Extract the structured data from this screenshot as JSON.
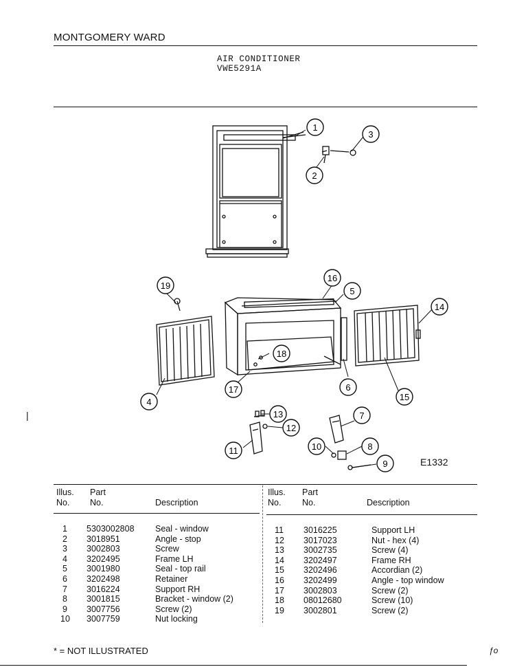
{
  "header": {
    "brand": "MONTGOMERY WARD",
    "product_title": "AIR CONDITIONER",
    "model_number": "VWE5291A"
  },
  "diagram": {
    "drawing_code": "E1332",
    "callouts": [
      "1",
      "2",
      "3",
      "4",
      "5",
      "6",
      "7",
      "8",
      "9",
      "10",
      "11",
      "12",
      "13",
      "14",
      "15",
      "16",
      "17",
      "18",
      "19"
    ]
  },
  "parts_table": {
    "headers": {
      "illus_line1": "Illus.",
      "illus_line2": "No.",
      "part_line1": "Part",
      "part_line2": "No.",
      "description": "Description"
    },
    "left_rows": [
      {
        "illus": "1",
        "part": "5303002808",
        "desc": "Seal - window"
      },
      {
        "illus": "2",
        "part": "3018951",
        "desc": "Angle - stop"
      },
      {
        "illus": "3",
        "part": "3002803",
        "desc": "Screw"
      },
      {
        "illus": "4",
        "part": "3202495",
        "desc": "Frame LH"
      },
      {
        "illus": "5",
        "part": "3001980",
        "desc": "Seal - top rail"
      },
      {
        "illus": "6",
        "part": "3202498",
        "desc": "Retainer"
      },
      {
        "illus": "7",
        "part": "3016224",
        "desc": "Support RH"
      },
      {
        "illus": "8",
        "part": "3001815",
        "desc": "Bracket - window (2)"
      },
      {
        "illus": "9",
        "part": "3007756",
        "desc": "Screw (2)"
      },
      {
        "illus": "10",
        "part": "3007759",
        "desc": "Nut locking"
      }
    ],
    "right_rows": [
      {
        "illus": "11",
        "part": "3016225",
        "desc": "Support LH"
      },
      {
        "illus": "12",
        "part": "3017023",
        "desc": "Nut - hex (4)"
      },
      {
        "illus": "13",
        "part": "3002735",
        "desc": "Screw (4)"
      },
      {
        "illus": "14",
        "part": "3202497",
        "desc": "Frame RH"
      },
      {
        "illus": "15",
        "part": "3202496",
        "desc": "Accordian (2)"
      },
      {
        "illus": "16",
        "part": "3202499",
        "desc": "Angle - top window"
      },
      {
        "illus": "17",
        "part": "3002803",
        "desc": "Screw (2)"
      },
      {
        "illus": "18",
        "part": "08012680",
        "desc": "Screw (10)"
      },
      {
        "illus": "19",
        "part": "3002801",
        "desc": "Screw (2)"
      }
    ]
  },
  "footer": {
    "note": "* = NOT ILLUSTRATED",
    "corner_mark": "ƒo"
  }
}
